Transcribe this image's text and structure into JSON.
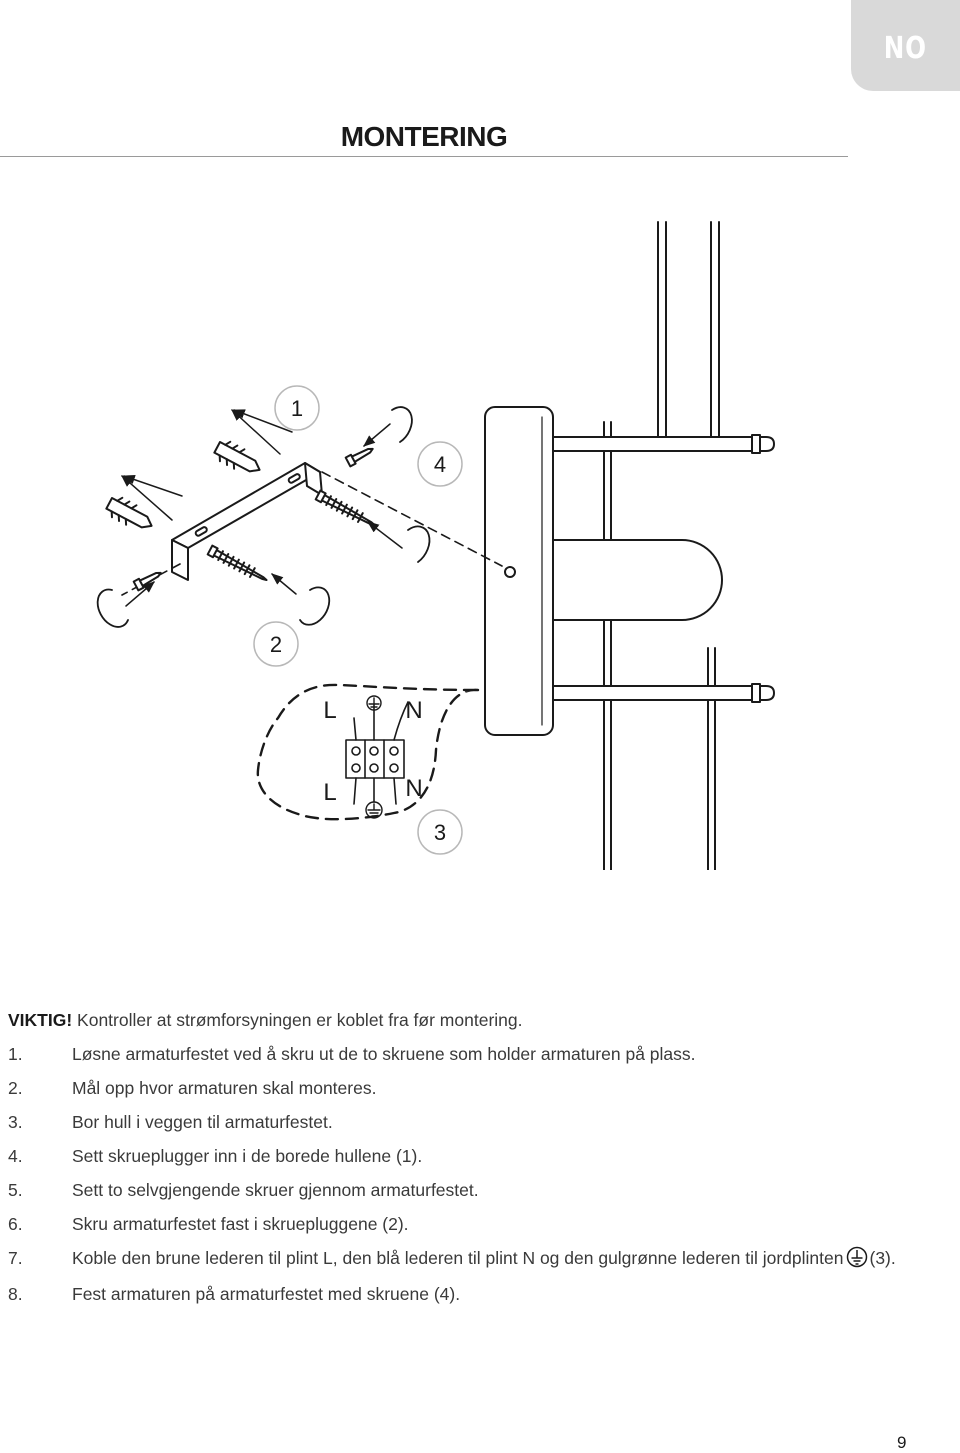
{
  "header": {
    "language_tab": "NO",
    "title": "MONTERING"
  },
  "diagram": {
    "callouts": [
      "1",
      "2",
      "3",
      "4"
    ],
    "terminal_labels": {
      "top_left": "L",
      "top_right": "N",
      "bottom_left": "L",
      "bottom_right": "N"
    }
  },
  "instructions": {
    "warning_label": "VIKTIG!",
    "warning_text": " Kontroller at strømforsyningen er koblet fra før montering.",
    "steps": [
      {
        "num": "1.",
        "text": "Løsne armaturfestet ved å skru ut de to skruene som holder armaturen på plass."
      },
      {
        "num": "2.",
        "text": "Mål opp hvor armaturen skal monteres."
      },
      {
        "num": "3.",
        "text": "Bor hull i veggen til armaturfestet."
      },
      {
        "num": "4.",
        "text": "Sett skrueplugger inn i de borede hullene (1)."
      },
      {
        "num": "5.",
        "text": "Sett to selvgjengende skruer gjennom armaturfestet."
      },
      {
        "num": "6.",
        "text": "Skru armaturfestet fast i skruepluggene (2)."
      },
      {
        "num": "7.",
        "text_before": "Koble den brune lederen til plint L, den blå lederen til plint N og den gulgrønne lederen til jordplinten",
        "icon": "ground-icon",
        "text_after": "(3)."
      },
      {
        "num": "8.",
        "text": "Fest armaturen på armaturfestet med skruene (4)."
      }
    ]
  },
  "footer": {
    "page_number": "9"
  }
}
